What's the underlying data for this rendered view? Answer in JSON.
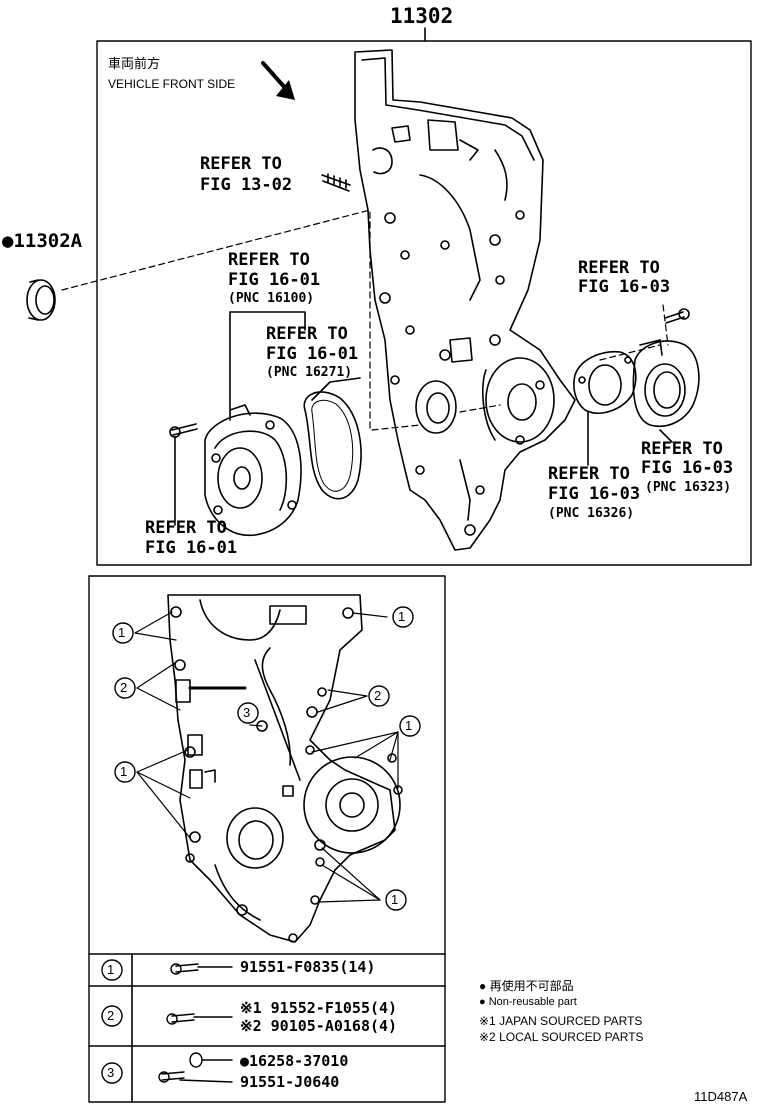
{
  "main_part_number": "11302",
  "oil_seal_part_number": "●11302A",
  "vehicle_front": {
    "jp": "車両前方",
    "en": "VEHICLE FRONT SIDE"
  },
  "refs": {
    "stud": [
      "REFER TO",
      "FIG 13-02"
    ],
    "pump_body": [
      "REFER TO",
      "FIG 16-01",
      "(PNC 16100)"
    ],
    "gasket": [
      "REFER TO",
      "FIG 16-01",
      "(PNC 16271)"
    ],
    "pump_bolt": [
      "REFER TO",
      "FIG 16-01"
    ],
    "outlet_bolt": [
      "REFER TO",
      "FIG 16-03"
    ],
    "outlet_gasket": [
      "REFER TO",
      "FIG 16-03",
      "(PNC 16326)"
    ],
    "outlet": [
      "REFER TO",
      "FIG 16-03",
      "(PNC 16323)"
    ]
  },
  "callouts": [
    "1",
    "2",
    "3"
  ],
  "parts_table": [
    {
      "key": "1",
      "lines": [
        "91551-F0835(14)"
      ]
    },
    {
      "key": "2",
      "lines": [
        "※1 91552-F1055(4)",
        "※2 90105-A0168(4)"
      ]
    },
    {
      "key": "3",
      "lines": [
        "●16258-37010",
        "91551-J0640"
      ]
    }
  ],
  "legend": {
    "non_reusable_jp": "● 再使用不可部品",
    "non_reusable_en": "● Non-reusable part",
    "note1": "※1 JAPAN SOURCED PARTS",
    "note2": "※2 LOCAL SOURCED PARTS"
  },
  "figure_code": "11D487A"
}
